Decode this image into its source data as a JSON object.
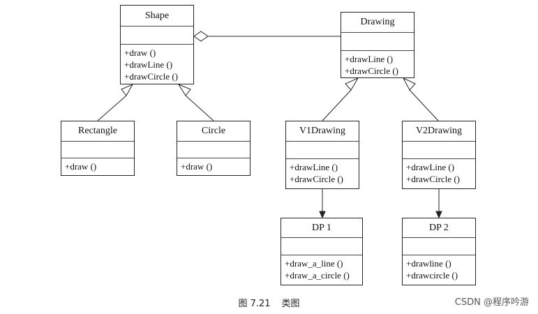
{
  "classes": {
    "shape": {
      "name": "Shape",
      "ops": [
        "+draw ()",
        "+drawLine ()",
        "+drawCircle ()"
      ]
    },
    "drawing": {
      "name": "Drawing",
      "ops": [
        "+drawLine ()",
        "+drawCircle ()"
      ]
    },
    "rectangle": {
      "name": "Rectangle",
      "ops": [
        "+draw ()"
      ]
    },
    "circle": {
      "name": "Circle",
      "ops": [
        "+draw ()"
      ]
    },
    "v1drawing": {
      "name": "V1Drawing",
      "ops": [
        "+drawLine ()",
        "+drawCircle ()"
      ]
    },
    "v2drawing": {
      "name": "V2Drawing",
      "ops": [
        "+drawLine ()",
        "+drawCircle ()"
      ]
    },
    "dp1": {
      "name": "DP 1",
      "ops": [
        "+draw_a_line ()",
        "+draw_a_circle ()"
      ]
    },
    "dp2": {
      "name": "DP 2",
      "ops": [
        "+drawline ()",
        "+drawcircle ()"
      ]
    }
  },
  "caption": {
    "figure": "图 7.21",
    "title": "类图"
  },
  "watermark": "CSDN @程序吟游"
}
